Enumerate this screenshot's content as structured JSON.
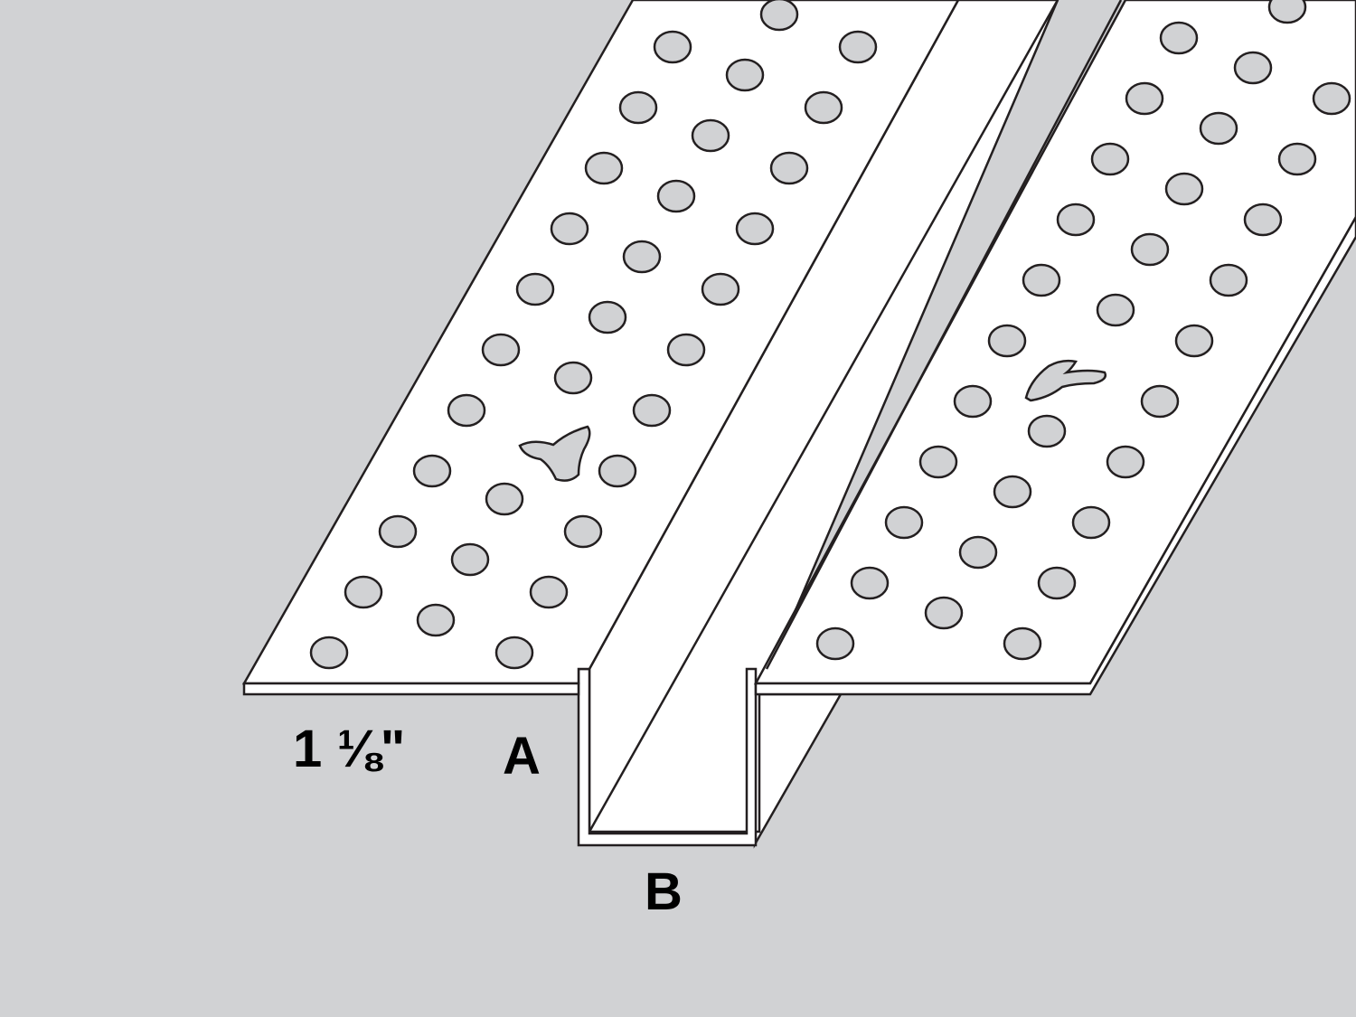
{
  "colors": {
    "background": "#d1d2d4",
    "metal": "#ffffff",
    "outline": "#231f20",
    "hole": "#d1d2d4"
  },
  "labels": {
    "dimension": "1 ⅛\"",
    "point_a": "A",
    "point_b": "B"
  },
  "icons": [
    "perforated-flange",
    "key-slot"
  ]
}
